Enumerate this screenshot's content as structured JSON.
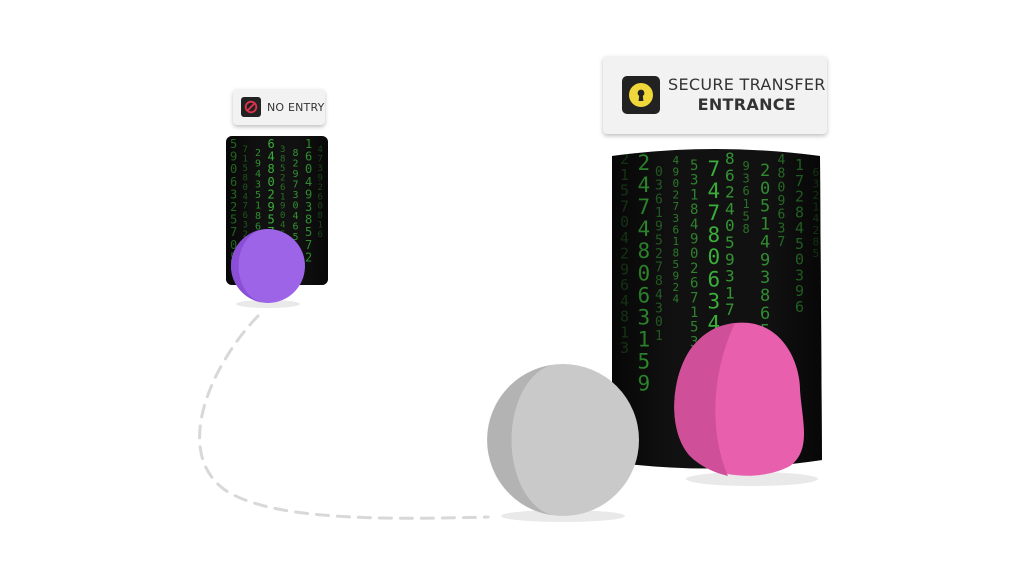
{
  "signs": {
    "no_entry": {
      "label": "NO ENTRY",
      "icon": "no-entry-icon"
    },
    "secure_transfer": {
      "line1": "SECURE TRANSFER",
      "line2": "ENTRANCE",
      "icon": "keyhole-icon"
    }
  },
  "colors": {
    "background": "#ffffff",
    "portal": "#111111",
    "matrix_digits": "#3fbf3f",
    "purple_ball": "#9d64e8",
    "pink_blob": "#e860ad",
    "gray_ball": "#c6c6c6",
    "path_dash": "#d8d8d8",
    "sign_icon_bg": "#222222",
    "keyhole_yellow": "#f0d83a",
    "no_entry_red": "#e0324b"
  },
  "matrix_code": {
    "small_portal_columns": [
      "5906325705",
      "7158047632",
      "2943518608",
      "6480295713",
      "3852619045",
      "8297304651",
      "1604938572",
      "4739260816"
    ],
    "large_portal_columns": [
      "2157042964813",
      "24748063159",
      "0361952784301",
      "4902736185924",
      "5318490267153",
      "74780634",
      "8624059317",
      "936158",
      "2051493865",
      "4809637",
      "1728450396",
      "63214285"
    ]
  }
}
